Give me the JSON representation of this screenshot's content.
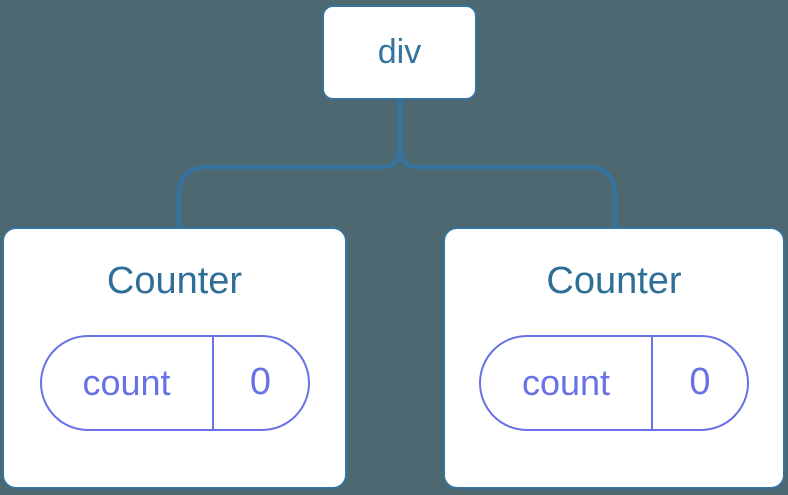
{
  "colors": {
    "bg": "#4D6871",
    "line": "#34749E",
    "node-text": "#2F6F97",
    "state": "#6872E5",
    "card": "#FFFFFF"
  },
  "tree": {
    "root": {
      "label": "div"
    },
    "children": [
      {
        "title": "Counter",
        "state": {
          "key": "count",
          "value": "0"
        }
      },
      {
        "title": "Counter",
        "state": {
          "key": "count",
          "value": "0"
        }
      }
    ]
  }
}
